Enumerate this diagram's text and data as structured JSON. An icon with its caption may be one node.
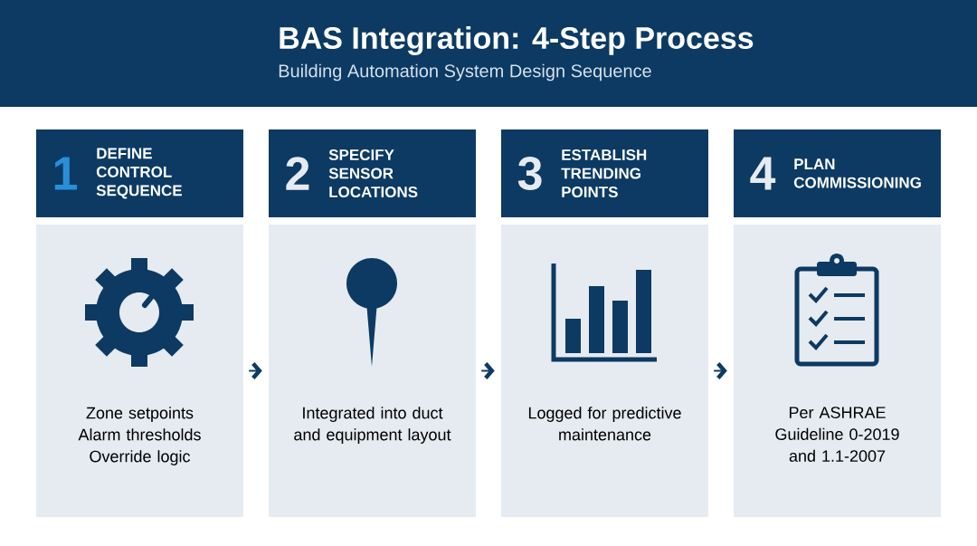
{
  "diagram": {
    "title": "BAS Integration: 4-Step Process",
    "caption": "Building Automation System Design Sequence",
    "nodes": [
      {
        "text": [
          "1",
          "DEFINE CONTROL SEQUENCE"
        ]
      },
      {
        "text": [
          "Zone setpoints Alarm thresholds Override logic"
        ]
      },
      {
        "text": [
          "2",
          "SPECIFY SENSOR LOCATIONS"
        ]
      },
      {
        "text": [
          "Integrated into duct and equipment layout"
        ]
      },
      {
        "text": [
          "3",
          "ESTABLISH TRENDING POINTS"
        ]
      },
      {
        "text": [
          "Logged for predictive maintenance"
        ]
      },
      {
        "text": [
          "4",
          "PLAN COMMISSIONING"
        ]
      },
      {
        "text": [
          "Per ASHRAE Guideline 0-2019 and 1.1-2007"
        ]
      }
    ],
    "edges": [
      {
        "from": 1,
        "to": 3,
        "arrow": "to"
      },
      {
        "from": 3,
        "to": 5,
        "arrow": "to"
      },
      {
        "from": 5,
        "to": 7,
        "arrow": "to"
      }
    ]
  }
}
